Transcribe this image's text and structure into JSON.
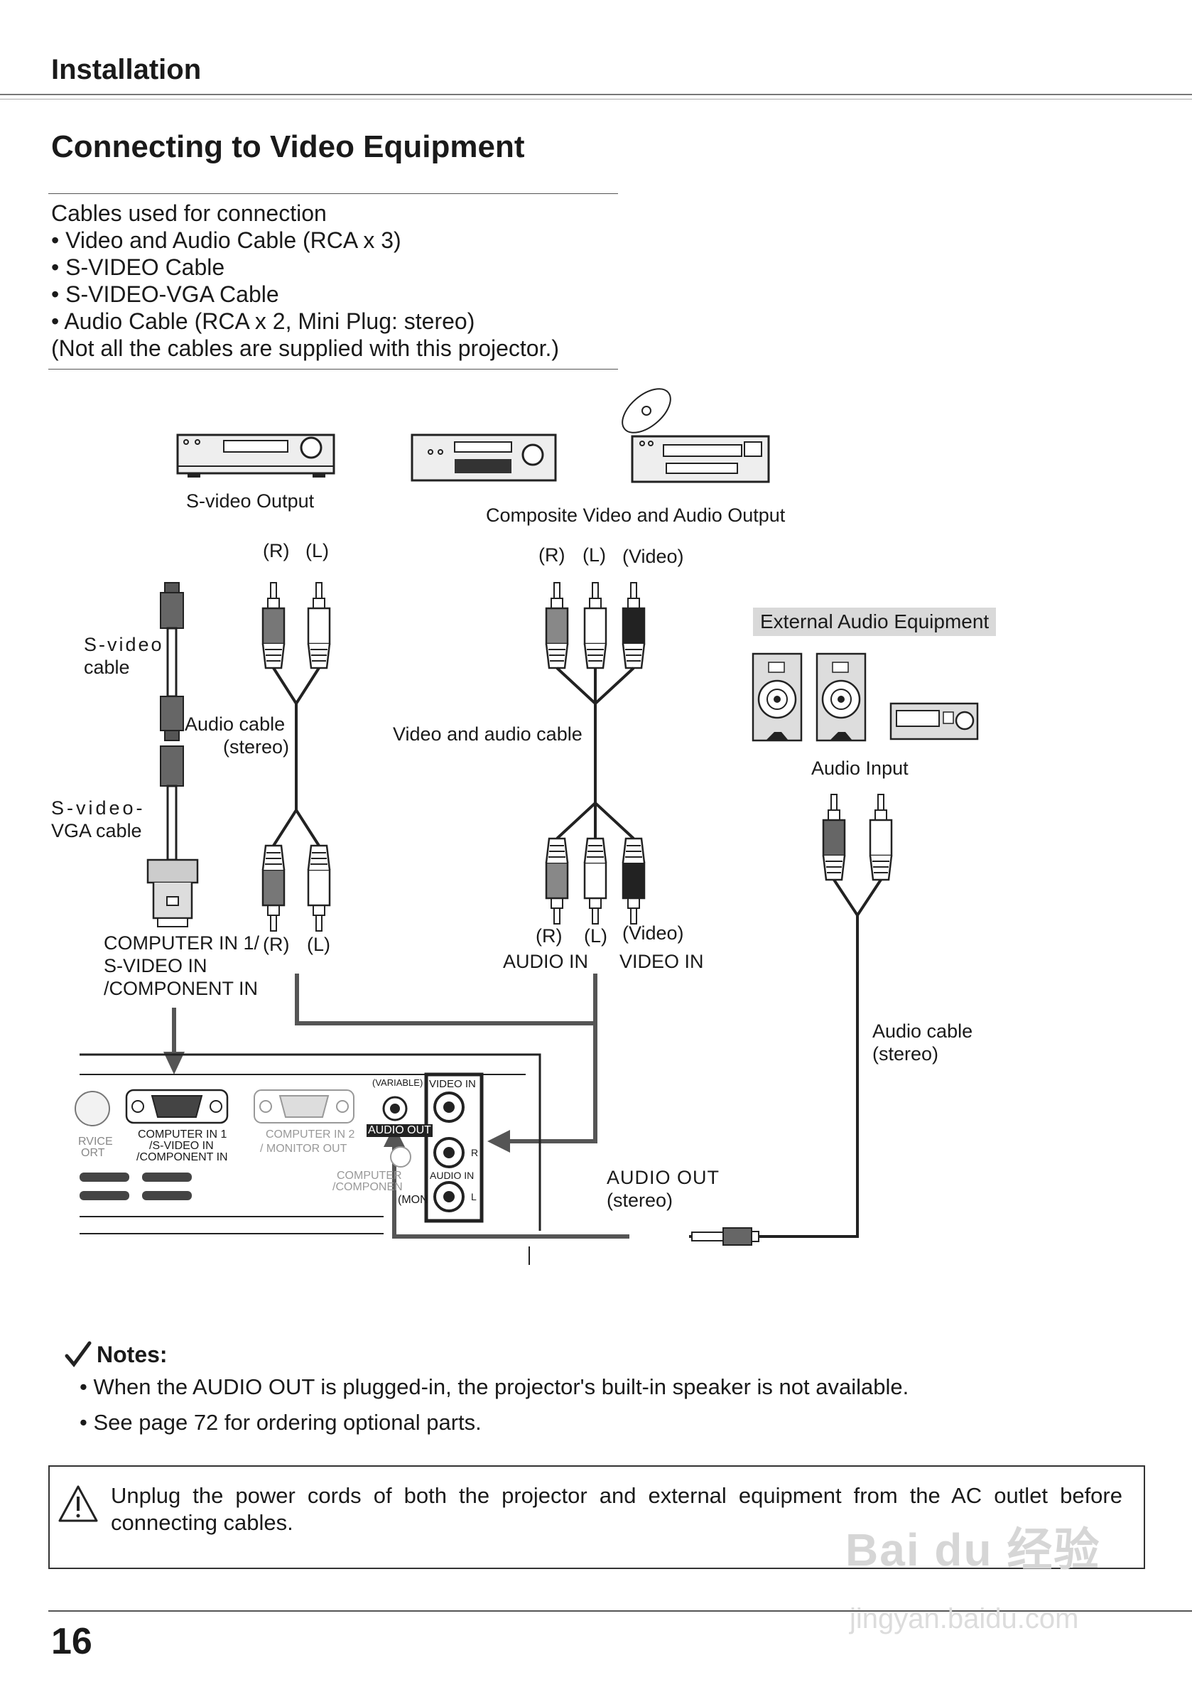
{
  "header": {
    "section": "Installation",
    "title": "Connecting to Video Equipment"
  },
  "cables": {
    "heading": "Cables used for connection",
    "items": [
      "• Video and Audio Cable (RCA x 3)",
      "• S-VIDEO Cable",
      "• S-VIDEO-VGA Cable",
      "• Audio Cable (RCA x 2, Mini Plug: stereo)"
    ],
    "note": "(Not all the cables are supplied with this projector.)"
  },
  "diagram": {
    "svideo_output": "S-video Output",
    "composite_output": "Composite Video and Audio Output",
    "r": "(R)",
    "l": "(L)",
    "video": "(Video)",
    "svideo_cable_1": "S-video",
    "svideo_cable_2": "cable",
    "audio_cable_1": "Audio cable",
    "audio_cable_2": "(stereo)",
    "video_audio_cable": "Video and audio cable",
    "svga_cable_1": "S-video-",
    "svga_cable_2": "VGA cable",
    "ext_audio": "External Audio Equipment",
    "audio_input": "Audio Input",
    "comp_in_1": "COMPUTER IN 1/",
    "comp_in_2": "S-VIDEO IN",
    "comp_in_3": "/COMPONENT IN",
    "audio_in": "AUDIO IN",
    "video_in": "VIDEO IN",
    "audio_cable_stereo_1": "Audio cable",
    "audio_cable_stereo_2": "(stereo)",
    "audio_out": "AUDIO OUT",
    "stereo": "(stereo)",
    "panel": {
      "variable": "(VARIABLE)",
      "video_in": "VIDEO IN",
      "audio_in": "AUDIO IN",
      "r": "R",
      "l": "L",
      "audio_out": "AUDIO OUT",
      "comp1_a": "COMPUTER IN 1",
      "comp1_b": "/S-VIDEO IN",
      "comp1_c": "/COMPONENT IN",
      "comp2_a": "COMPUTER IN 2",
      "comp2_b": "/  MONITOR OUT",
      "service_a": "RVICE",
      "service_b": "ORT",
      "computer_c": "COMPUTER",
      "component_c": "/COMPONEN",
      "mon": "(MON"
    }
  },
  "notes": {
    "title": "Notes:",
    "items": [
      "• When the AUDIO OUT is plugged-in, the projector's built-in speaker is not available.",
      "• See page 72 for ordering optional parts."
    ]
  },
  "warning": "Unplug the power cords of both the projector and external equipment from the AC outlet before connecting cables.",
  "footer": {
    "page_number": "16"
  },
  "watermark": {
    "logo": "Bai du 经验",
    "url": "jingyan.baidu.com"
  }
}
